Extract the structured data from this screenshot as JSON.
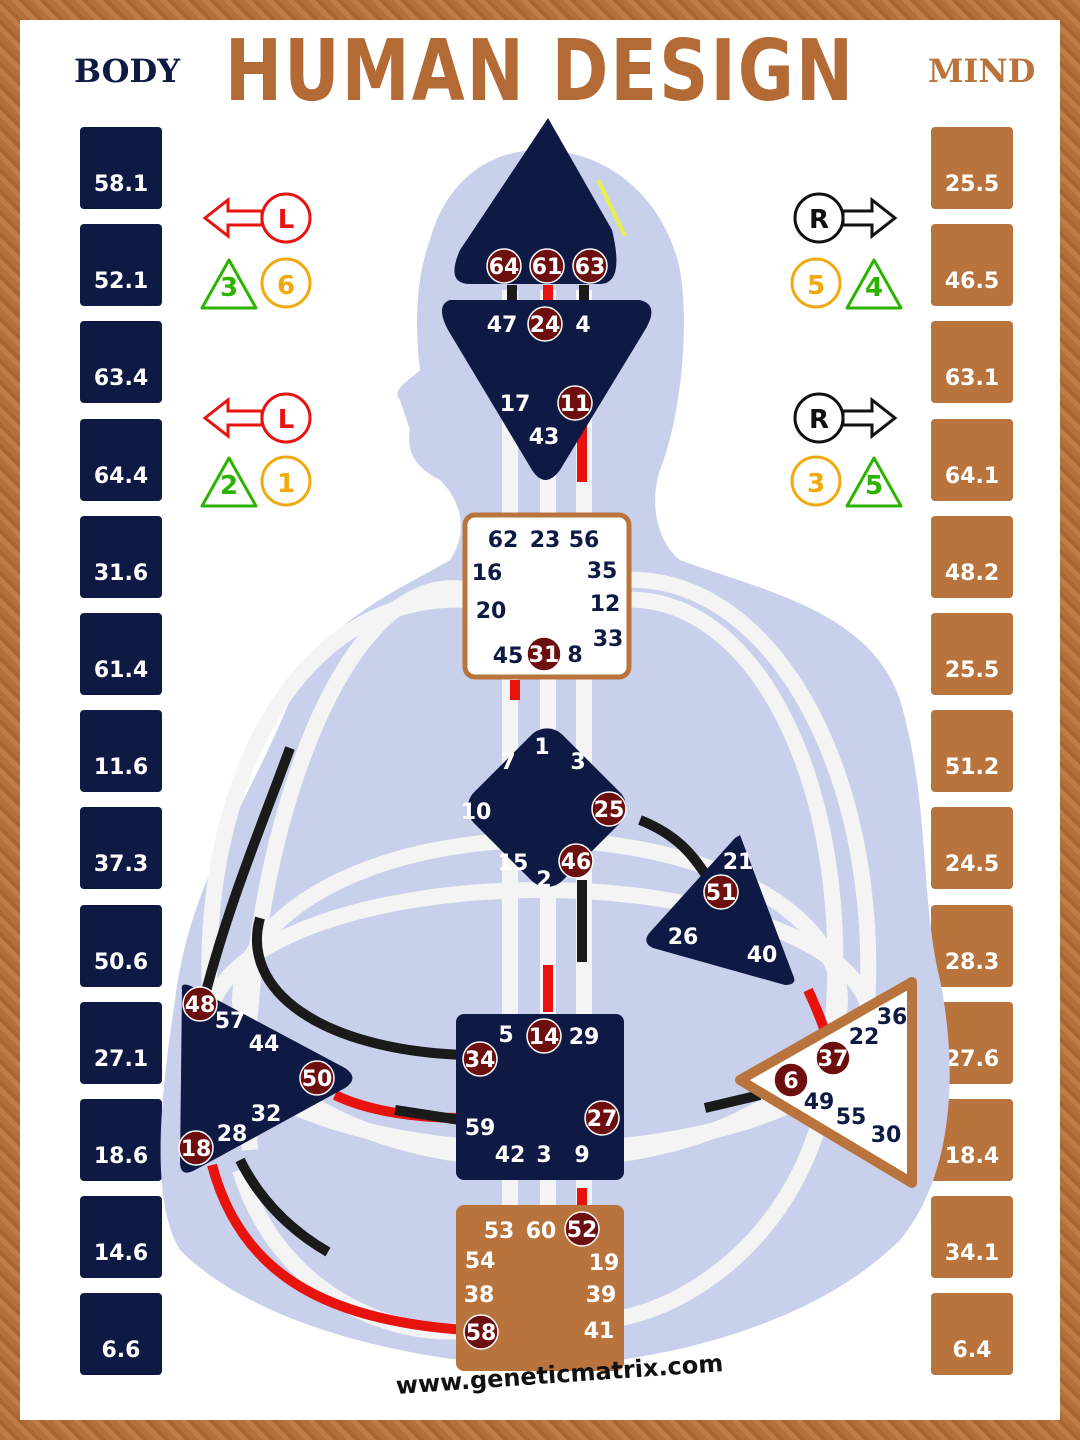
{
  "title": "HUMAN DESIGN",
  "body_label": "BODY",
  "mind_label": "MIND",
  "website": "www.geneticmatrix.com",
  "colors": {
    "navy": "#0e1a44",
    "copper": "#b9743d",
    "activation": "#6e0f0f",
    "red_channel": "#e8120e",
    "black_channel": "#1a1a1a",
    "silhouette": "#c9d0ec"
  },
  "body_values": [
    "58.1",
    "52.1",
    "63.4",
    "64.4",
    "31.6",
    "61.4",
    "11.6",
    "37.3",
    "50.6",
    "27.1",
    "18.6",
    "14.6",
    "6.6"
  ],
  "mind_values": [
    "25.5",
    "46.5",
    "63.1",
    "64.1",
    "48.2",
    "25.5",
    "51.2",
    "24.5",
    "28.3",
    "27.6",
    "18.4",
    "34.1",
    "6.4"
  ],
  "variables": {
    "left_top": {
      "letter": "L",
      "numbers": [
        "3",
        "6"
      ]
    },
    "left_bottom": {
      "letter": "L",
      "numbers": [
        "2",
        "1"
      ]
    },
    "right_top": {
      "letter": "R",
      "numbers": [
        "5",
        "4"
      ]
    },
    "right_bottom": {
      "letter": "R",
      "numbers": [
        "3",
        "5"
      ]
    }
  },
  "centers": {
    "head": {
      "gates": [
        "64",
        "61",
        "63"
      ],
      "activated": [
        "64",
        "61",
        "63"
      ]
    },
    "ajna": {
      "gates": [
        "47",
        "24",
        "4",
        "17",
        "11",
        "43"
      ],
      "activated": [
        "24",
        "11"
      ]
    },
    "throat": {
      "gates": [
        "62",
        "23",
        "56",
        "16",
        "35",
        "20",
        "12",
        "45",
        "31",
        "8",
        "33"
      ],
      "activated": [
        "31"
      ]
    },
    "g": {
      "gates": [
        "1",
        "7",
        "3",
        "10",
        "25",
        "15",
        "46",
        "2"
      ],
      "activated": [
        "25",
        "46"
      ]
    },
    "heart": {
      "gates": [
        "21",
        "51",
        "26",
        "40"
      ],
      "activated": [
        "51"
      ]
    },
    "spleen": {
      "gates": [
        "48",
        "57",
        "44",
        "50",
        "32",
        "28",
        "18"
      ],
      "activated": [
        "48",
        "50",
        "18"
      ]
    },
    "sacral": {
      "gates": [
        "5",
        "14",
        "29",
        "34",
        "27",
        "59",
        "42",
        "3",
        "9"
      ],
      "activated": [
        "14",
        "34",
        "27"
      ]
    },
    "solar_plexus": {
      "gates": [
        "36",
        "22",
        "37",
        "6",
        "49",
        "55",
        "30"
      ],
      "activated": [
        "37",
        "6"
      ]
    },
    "root": {
      "gates": [
        "53",
        "60",
        "52",
        "54",
        "19",
        "38",
        "39",
        "58",
        "41"
      ],
      "activated": [
        "52",
        "58"
      ]
    }
  }
}
